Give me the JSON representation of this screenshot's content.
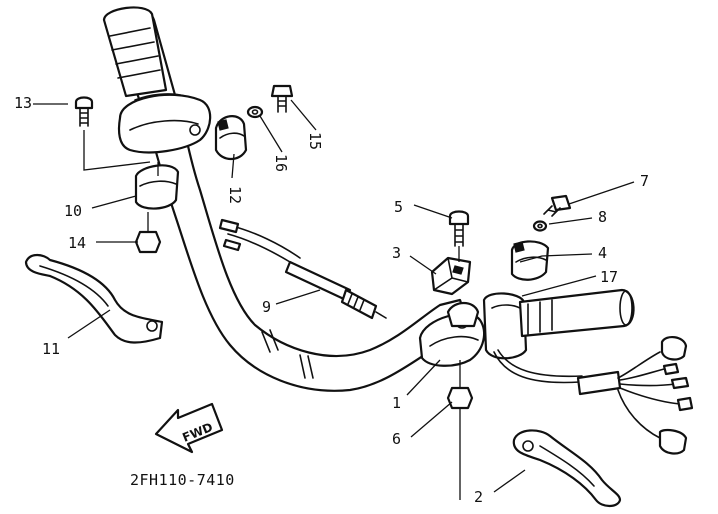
{
  "drawing_code": "2FH110-7410",
  "fwd_label": "FWD",
  "callouts": [
    {
      "id": "p1",
      "label": "1"
    },
    {
      "id": "p2",
      "label": "2"
    },
    {
      "id": "p3",
      "label": "3"
    },
    {
      "id": "p4",
      "label": "4"
    },
    {
      "id": "p5",
      "label": "5"
    },
    {
      "id": "p6",
      "label": "6"
    },
    {
      "id": "p7",
      "label": "7"
    },
    {
      "id": "p8",
      "label": "8"
    },
    {
      "id": "p9",
      "label": "9"
    },
    {
      "id": "p10",
      "label": "10"
    },
    {
      "id": "p11",
      "label": "11"
    },
    {
      "id": "p12",
      "label": "12"
    },
    {
      "id": "p13",
      "label": "13"
    },
    {
      "id": "p14",
      "label": "14"
    },
    {
      "id": "p15",
      "label": "15"
    },
    {
      "id": "p16",
      "label": "16"
    },
    {
      "id": "p17",
      "label": "17"
    }
  ]
}
